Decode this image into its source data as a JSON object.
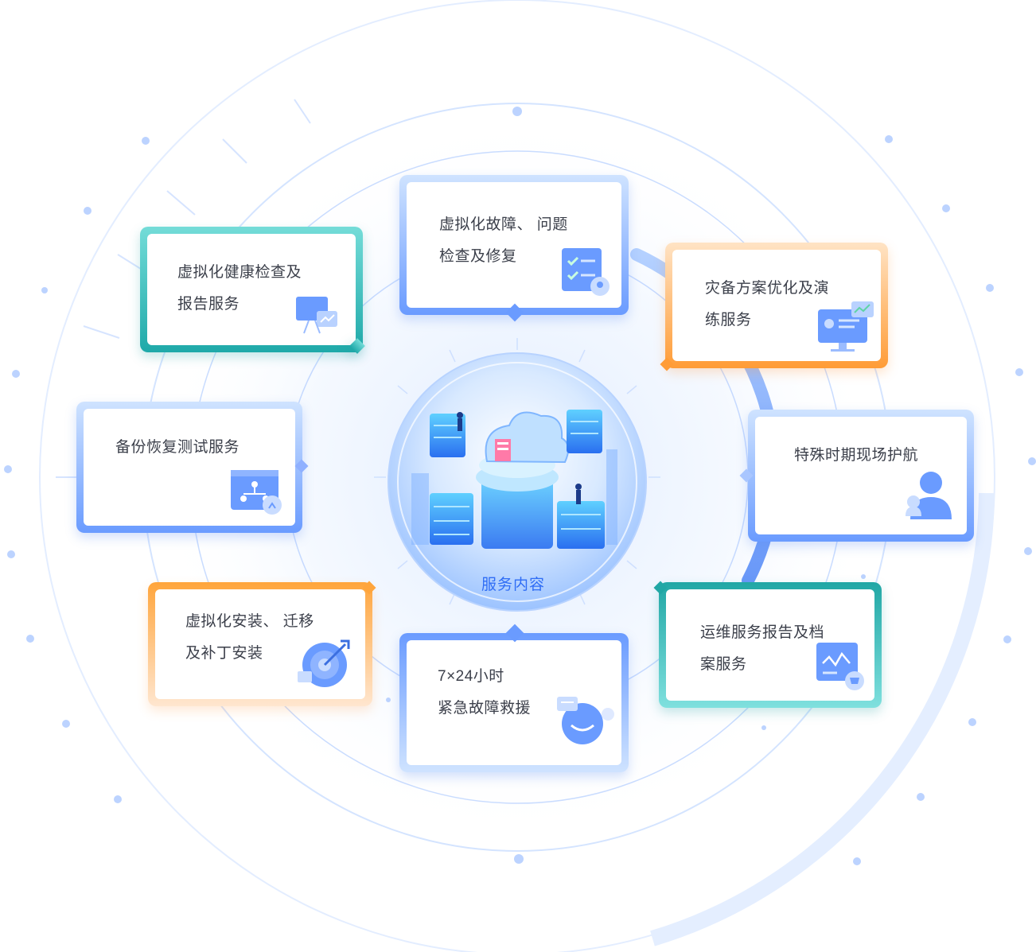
{
  "center": {
    "label": "服务内容",
    "icon": "cloud-server-illustration"
  },
  "services": [
    {
      "id": "health-check",
      "lines": [
        "虚拟化健康检查及",
        "报告服务"
      ],
      "icon": "presentation-chart-icon",
      "color": "#1fa9a9"
    },
    {
      "id": "fault-repair",
      "lines": [
        "虚拟化故障、 问题",
        "检查及修复"
      ],
      "icon": "checklist-clipboard-icon",
      "color": "#6a9bff"
    },
    {
      "id": "dr-plan",
      "lines": [
        "灾备方案优化及演",
        "练服务"
      ],
      "icon": "monitor-dashboard-icon",
      "color": "#ff9c36"
    },
    {
      "id": "backup-test",
      "lines": [
        "备份恢复测试服务"
      ],
      "icon": "flowchart-window-icon",
      "color": "#6a9bff"
    },
    {
      "id": "special-escort",
      "lines": [
        "特殊时期现场护航"
      ],
      "icon": "support-person-icon",
      "color": "#6a9bff"
    },
    {
      "id": "install-migrate",
      "lines": [
        "虚拟化安装、 迁移",
        "及补丁安装"
      ],
      "icon": "target-arrow-icon",
      "color": "#ff9c36"
    },
    {
      "id": "emergency",
      "lines": [
        "7×24小时",
        "紧急故障救援"
      ],
      "icon": "emergency-headset-icon",
      "color": "#6a9bff"
    },
    {
      "id": "ops-report",
      "lines": [
        "运维服务报告及档",
        "案服务"
      ],
      "icon": "report-monitor-icon",
      "color": "#1fa9a9"
    }
  ]
}
